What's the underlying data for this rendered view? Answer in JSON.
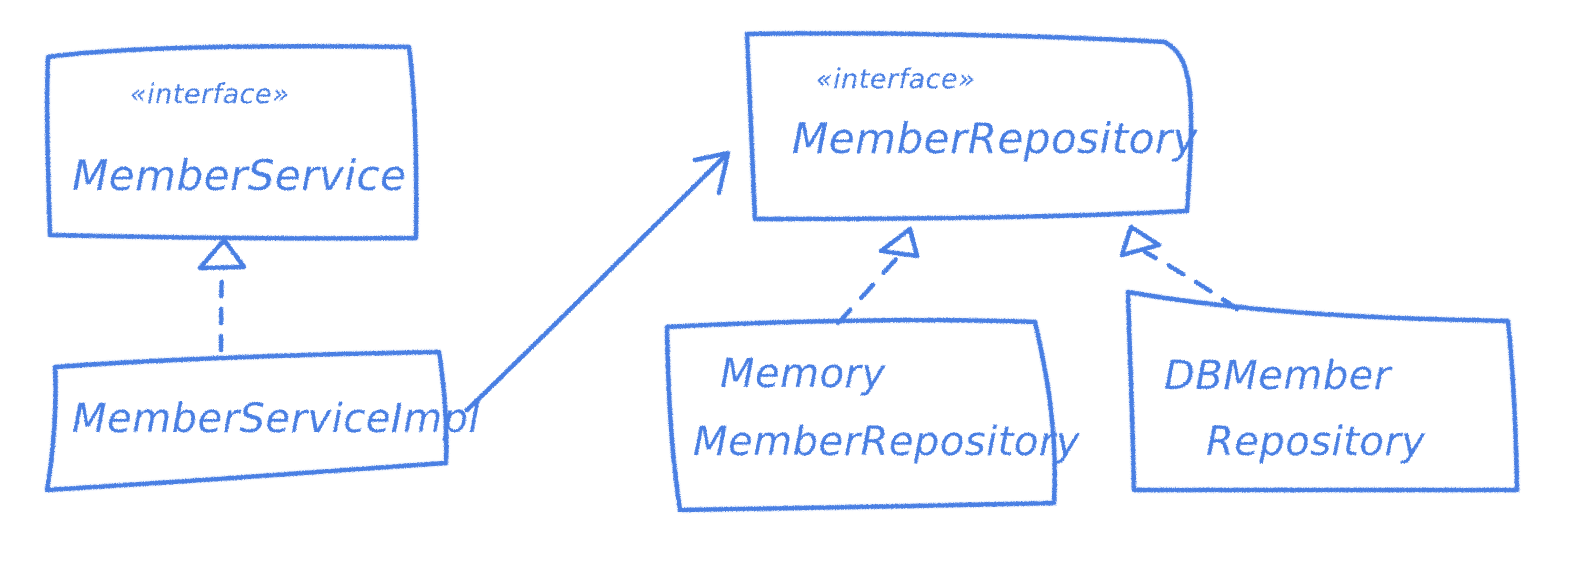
{
  "diagram": {
    "colors": {
      "ink": "#4a7fe3",
      "ink_soft": "#8fb2f1",
      "background": "#ffffff"
    },
    "nodes": {
      "member_service": {
        "stereotype": "«interface»",
        "name": "MemberService"
      },
      "member_service_impl": {
        "name": "MemberServiceImpl"
      },
      "member_repository": {
        "stereotype": "«interface»",
        "name": "MemberRepository"
      },
      "memory_member_repository": {
        "line1": "Memory",
        "line2": "MemberRepository"
      },
      "db_member_repository": {
        "line1": "DBMember",
        "line2": "Repository"
      }
    },
    "relations": [
      {
        "from": "MemberServiceImpl",
        "to": "MemberService",
        "kind": "realization"
      },
      {
        "from": "MemberServiceImpl",
        "to": "MemberRepository",
        "kind": "association"
      },
      {
        "from": "MemoryMemberRepository",
        "to": "MemberRepository",
        "kind": "realization"
      },
      {
        "from": "DBMemberRepository",
        "to": "MemberRepository",
        "kind": "realization"
      }
    ]
  }
}
